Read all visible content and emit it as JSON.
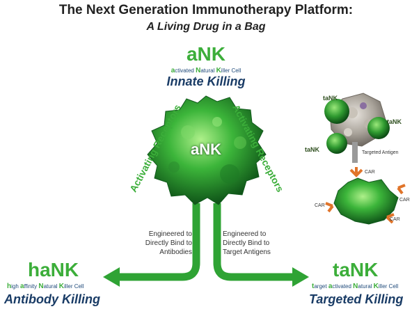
{
  "title": "The Next Generation Immunotherapy Platform:",
  "subtitle": "A Living Drug in a Bag",
  "ank": {
    "name": "aNK",
    "def_parts": [
      {
        "letter": "a",
        "rest": "ctivated "
      },
      {
        "letter": "N",
        "rest": "atural "
      },
      {
        "letter": "K",
        "rest": "iller Cell"
      }
    ],
    "killing": "Innate Killing",
    "cell_label": "aNK"
  },
  "receptors_left": "Activating Receptors",
  "receptors_right": "Activating Receptors",
  "engineered_left": [
    "Engineered to",
    "Directly Bind to",
    "Antibodies"
  ],
  "engineered_right": [
    "Engineered to",
    "Directly Bind to",
    "Target Antigens"
  ],
  "hank": {
    "name": "haNK",
    "def_parts": [
      {
        "letter": "h",
        "rest": "igh "
      },
      {
        "letter": "a",
        "rest": "ffinity "
      },
      {
        "letter": "N",
        "rest": "atural "
      },
      {
        "letter": "K",
        "rest": "iller Cell"
      }
    ],
    "killing": "Antibody Killing"
  },
  "tank": {
    "name": "taNK",
    "def_parts": [
      {
        "letter": "t",
        "rest": "arget "
      },
      {
        "letter": "a",
        "rest": "ctivated "
      },
      {
        "letter": "N",
        "rest": "atural "
      },
      {
        "letter": "K",
        "rest": "iller Cell"
      }
    ],
    "killing": "Targeted Killing"
  },
  "inset": {
    "tank_labels": [
      "taNK",
      "taNK",
      "taNK"
    ],
    "targeted_antigen": "Targeted Antigen",
    "car_labels": [
      "CAR",
      "CAR",
      "CAR",
      "CAR"
    ]
  },
  "colors": {
    "green": "#3cae3a",
    "navy": "#1a3c66"
  }
}
